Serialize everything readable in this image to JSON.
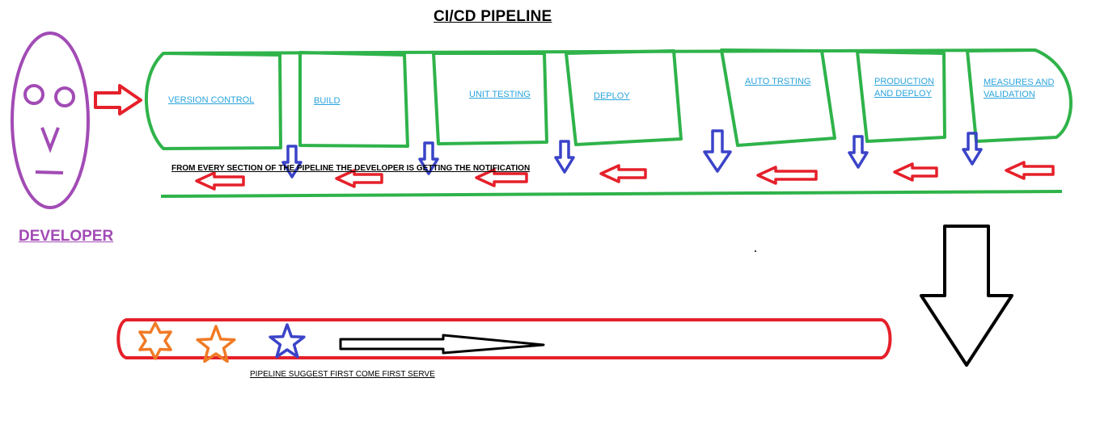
{
  "title": "CI/CD PIPELINE",
  "developer_label": "DEVELOPER",
  "stages": [
    {
      "label": "VERSION CONTROL"
    },
    {
      "label": "BUILD"
    },
    {
      "label": "UNIT TESTING"
    },
    {
      "label": "DEPLOY"
    },
    {
      "label": "AUTO TRSTING"
    },
    {
      "label": "PRODUCTION AND DEPLOY"
    },
    {
      "label": "MEASURES AND VALIDATION"
    }
  ],
  "notification_text": "FROM EVERY SECTION OF THE PIPELINE THE DEVELOPER IS GETTING THE NOTIFICATION",
  "queue_text": "PIPELINE SUGGEST FIRST COME FIRST SERVE",
  "colors": {
    "pipeline": "#2fb34a",
    "notification_arrow": "#e5202a",
    "stage_arrow": "#3a43c8",
    "developer": "#a24bb5",
    "link_text": "#2aa3dc",
    "queue": "#e5202a",
    "star_waiting": "#f07a25",
    "star_active": "#3a43c8",
    "flow_arrow": "#000000"
  },
  "icons": {
    "developer": "developer-face-icon",
    "queue_items": [
      "star-icon",
      "star-icon",
      "star-icon"
    ]
  }
}
